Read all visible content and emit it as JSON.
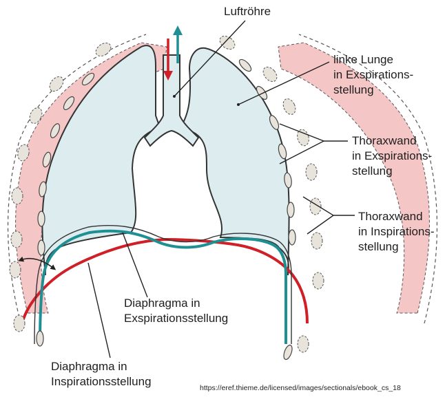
{
  "labels": {
    "trachea": "Luftröhre",
    "left_lung": [
      "linke Lunge",
      "in Exspirations-",
      "stellung"
    ],
    "wall_exp": [
      "Thoraxwand",
      "in Exspirations-",
      "stellung"
    ],
    "wall_insp": [
      "Thoraxwand",
      "in Inspirations-",
      "stellung"
    ],
    "diaphragm_exp": [
      "Diaphragma in",
      "Exspirationsstellung"
    ],
    "diaphragm_insp": [
      "Diaphragma in",
      "Inspirationsstellung"
    ]
  },
  "source_url": "https://eref.thieme.de/licensed/images/sectionals/ebook_cs_18",
  "colors": {
    "lung_fill": "#dcecef",
    "wall_fill": "#f5c6c6",
    "diaphragm_expiration": "#1e8f92",
    "diaphragm_inspiration": "#cf2027",
    "arrow_in": "#cf2027",
    "arrow_out": "#1e8f92",
    "outline": "#333333"
  }
}
